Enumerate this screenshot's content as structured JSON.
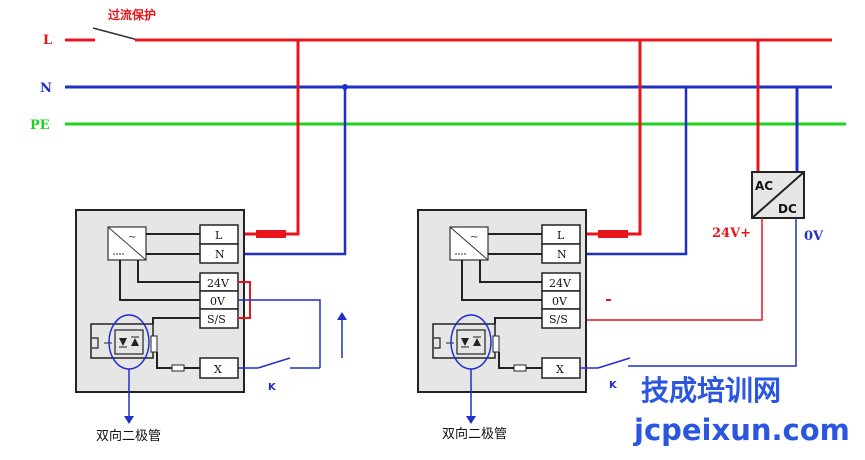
{
  "labels": {
    "overcurrent": "过流保护",
    "line_L": "L",
    "line_N": "N",
    "line_PE": "PE",
    "psu_ac": "AC",
    "psu_dc": "DC",
    "psu_plus": "24V+",
    "psu_zero": "0V",
    "diode_left": "双向二极管",
    "diode_right": "双向二极管",
    "k_left": "K",
    "k_right": "K",
    "watermark_cn": "技成培训网",
    "watermark_en": "jcpeixun.com"
  },
  "module_left": {
    "terminals": {
      "L": "L",
      "N": "N",
      "v24": "24V",
      "v0": "0V",
      "ss": "S/S",
      "x": "X"
    }
  },
  "module_right": {
    "terminals": {
      "L": "L",
      "N": "N",
      "v24": "24V",
      "v0": "0V",
      "ss": "S/S",
      "x": "X"
    }
  },
  "colors": {
    "red": "#e8141b",
    "blue": "#1f2fc8",
    "green": "#22d01f",
    "module_fill": "#e6e6e6",
    "watermark": "#2a56e0"
  }
}
